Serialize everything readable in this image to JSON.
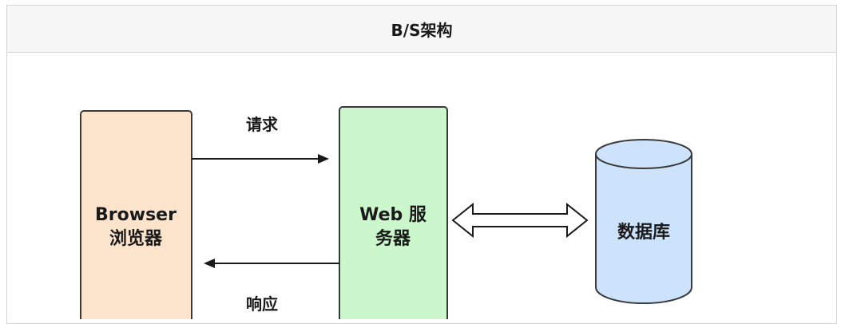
{
  "title": "B/S架构",
  "nodes": {
    "browser": {
      "line1": "Browser",
      "line2": "浏览器",
      "fill": "#fce3cc",
      "stroke": "#3a3a3a"
    },
    "web_server": {
      "line1": "Web 服",
      "line2": "务器",
      "fill": "#ccf7cc",
      "stroke": "#3a3a3a"
    },
    "database": {
      "label": "数据库",
      "fill": "#cde3fb",
      "stroke": "#3a3a3a"
    }
  },
  "edges": {
    "request": {
      "label": "请求"
    },
    "response": {
      "label": "响应"
    }
  }
}
